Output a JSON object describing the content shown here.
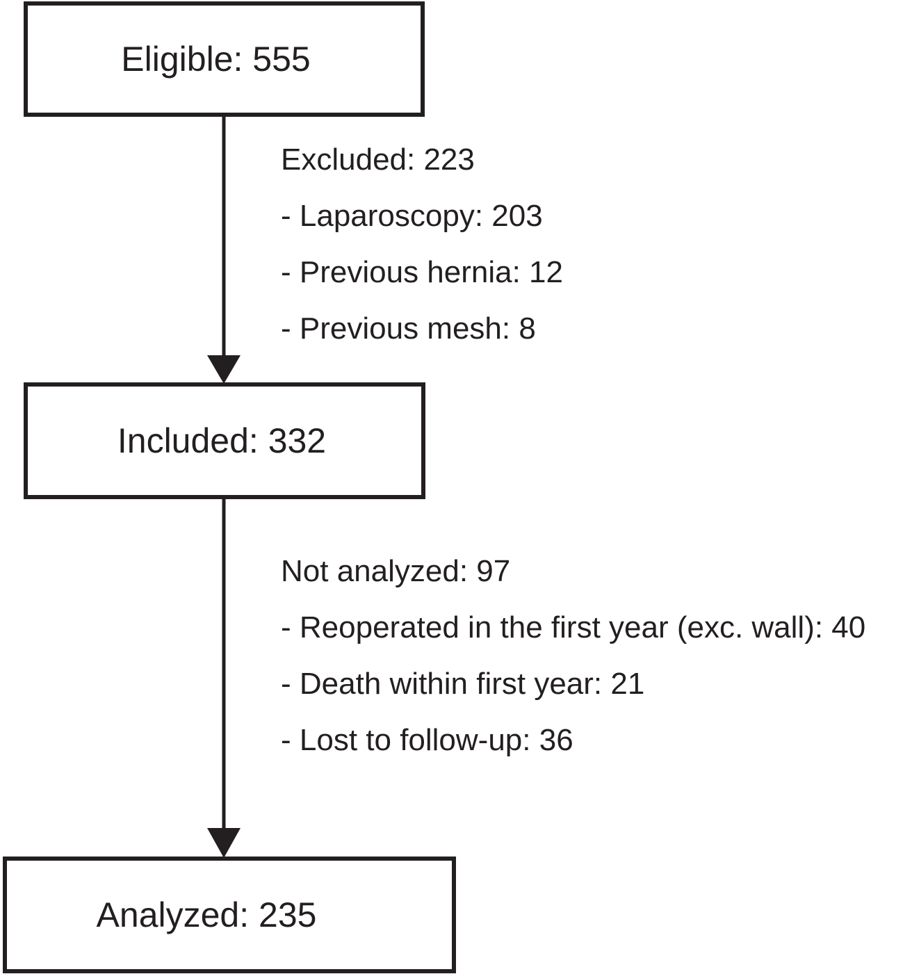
{
  "boxes": {
    "eligible": "Eligible: 555",
    "included": "Included: 332",
    "analyzed": "Analyzed: 235"
  },
  "excluded": {
    "heading": "Excluded: 223",
    "items": [
      "- Laparoscopy: 203",
      "- Previous hernia: 12",
      "- Previous mesh: 8"
    ]
  },
  "not_analyzed": {
    "heading": "Not analyzed: 97",
    "items": [
      "- Reoperated in the first year (exc. wall): 40",
      "- Death within first year: 21",
      "- Lost to follow-up: 36"
    ]
  },
  "colors": {
    "stroke": "#231f20",
    "background": "#ffffff"
  }
}
